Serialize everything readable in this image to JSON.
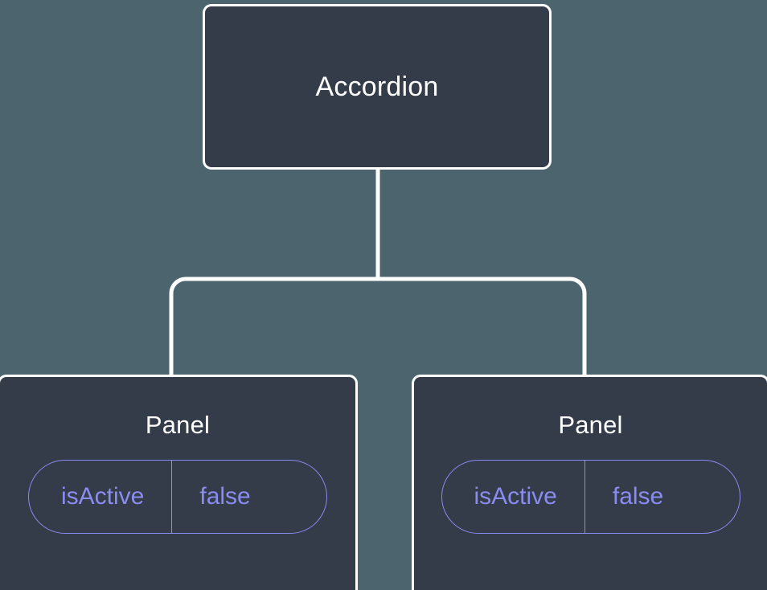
{
  "diagram": {
    "type": "component-tree",
    "background_color": "#4c646e",
    "node_fill_color": "#343b49",
    "node_border_color": "#ffffff",
    "connector_color": "#ffffff",
    "prop_accent_color": "#8b8cf0",
    "title_text_color": "#ffffff",
    "root": {
      "label": "Accordion"
    },
    "children": [
      {
        "label": "Panel",
        "props": [
          {
            "key": "isActive",
            "value": "false"
          }
        ]
      },
      {
        "label": "Panel",
        "props": [
          {
            "key": "isActive",
            "value": "false"
          }
        ]
      }
    ]
  }
}
